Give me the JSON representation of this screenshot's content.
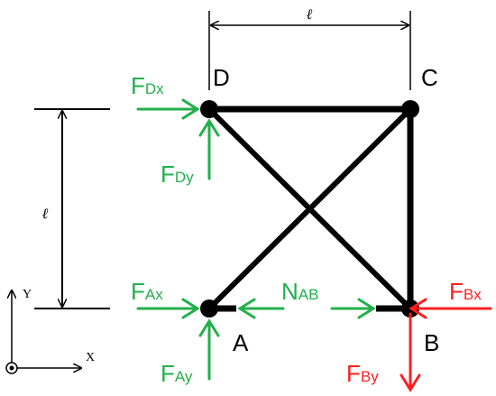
{
  "colors": {
    "member": "#000000",
    "reaction_green": "#22b04b",
    "reaction_red": "#ff1f1f"
  },
  "dimensions": {
    "top_length": "ℓ",
    "left_length": "ℓ"
  },
  "nodes": {
    "A": "A",
    "B": "B",
    "C": "C",
    "D": "D"
  },
  "forces": {
    "FDx": {
      "main": "F",
      "sub": "Dx"
    },
    "FDy": {
      "main": "F",
      "sub": "Dy"
    },
    "FAx": {
      "main": "F",
      "sub": "Ax"
    },
    "FAy": {
      "main": "F",
      "sub": "Ay"
    },
    "NAB": {
      "main": "N",
      "sub": "AB"
    },
    "FBx": {
      "main": "F",
      "sub": "Bx"
    },
    "FBy": {
      "main": "F",
      "sub": "By"
    }
  },
  "axes": {
    "y_label": "Y",
    "x_label": "X"
  }
}
